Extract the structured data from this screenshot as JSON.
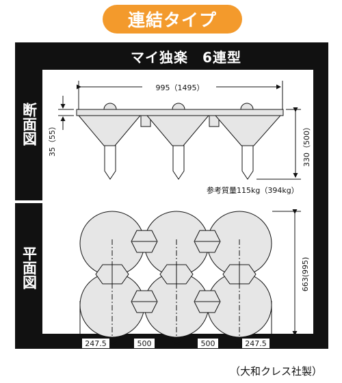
{
  "badge": "連結タイプ",
  "title": "マイ独楽　6連型",
  "sections": {
    "elevation": "断面図",
    "plan": "平面図"
  },
  "elevation": {
    "width_label": "995（1495）",
    "height_label": "330（500）",
    "depth_label": "35（55）"
  },
  "mass": "参考質量115kg（394kg）",
  "plan": {
    "height_label": "663(995)",
    "bottom_dims": [
      "247.5",
      "500",
      "500",
      "247.5"
    ]
  },
  "maker": "（大和クレス社製）",
  "colors": {
    "badge": "#f39a2c",
    "frame": "#111111",
    "fill": "#e6e6e6"
  }
}
